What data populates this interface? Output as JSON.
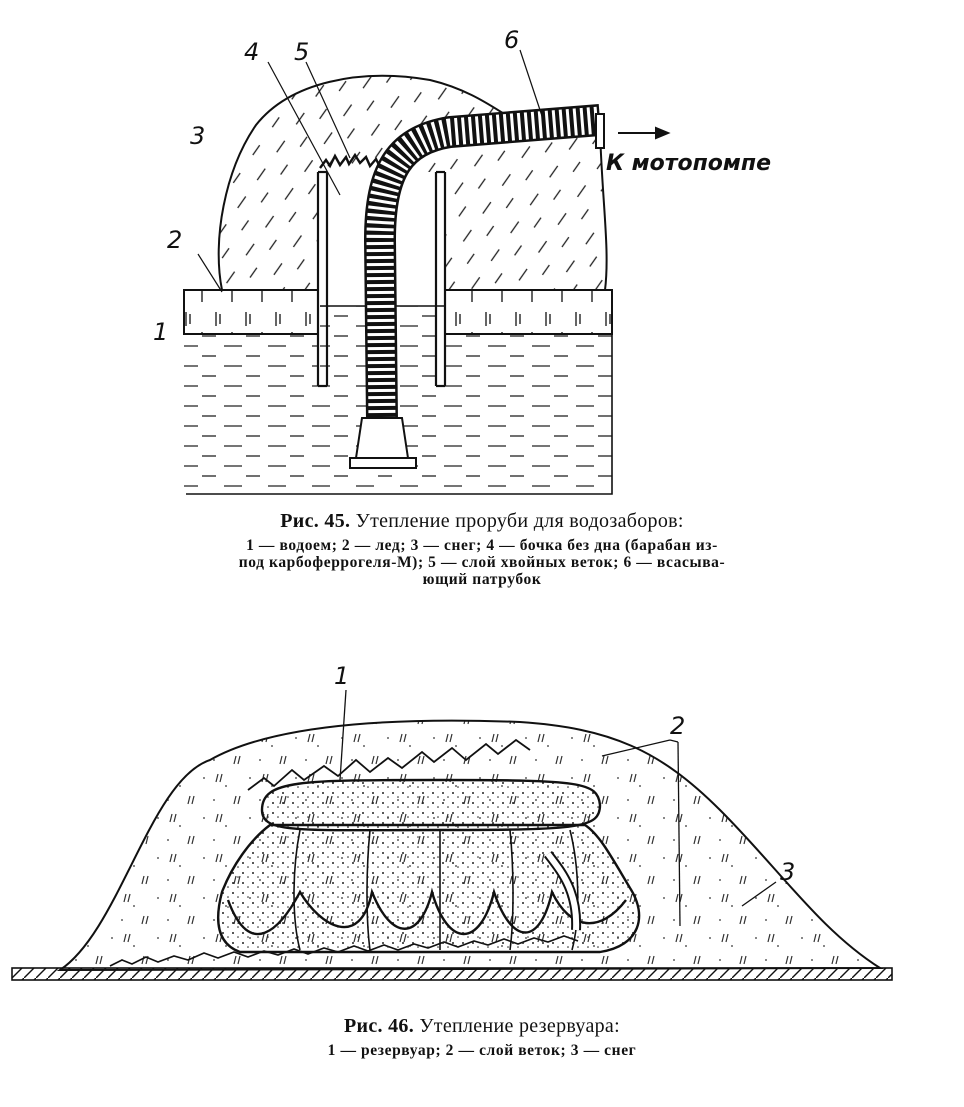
{
  "figure45": {
    "labels": [
      "1",
      "2",
      "3",
      "4",
      "5",
      "6"
    ],
    "outlet_text": "К мотопомпе",
    "caption": {
      "number": "Рис. 45.",
      "title": "Утепление проруби для водозаборов:",
      "legend_line1": "1 — водоем; 2 — лед; 3 — снег; 4 — бочка без дна (барабан из-",
      "legend_line2": "под карбоферрогеля-М); 5 — слой хвойных веток; 6 — всасыва-",
      "legend_line3": "ющий патрубок"
    }
  },
  "figure46": {
    "labels": [
      "1",
      "2",
      "3"
    ],
    "caption": {
      "number": "Рис. 46.",
      "title": "Утепление резервуара:",
      "legend_line1": "1 — резервуар; 2 — слой веток; 3 — снег"
    }
  }
}
